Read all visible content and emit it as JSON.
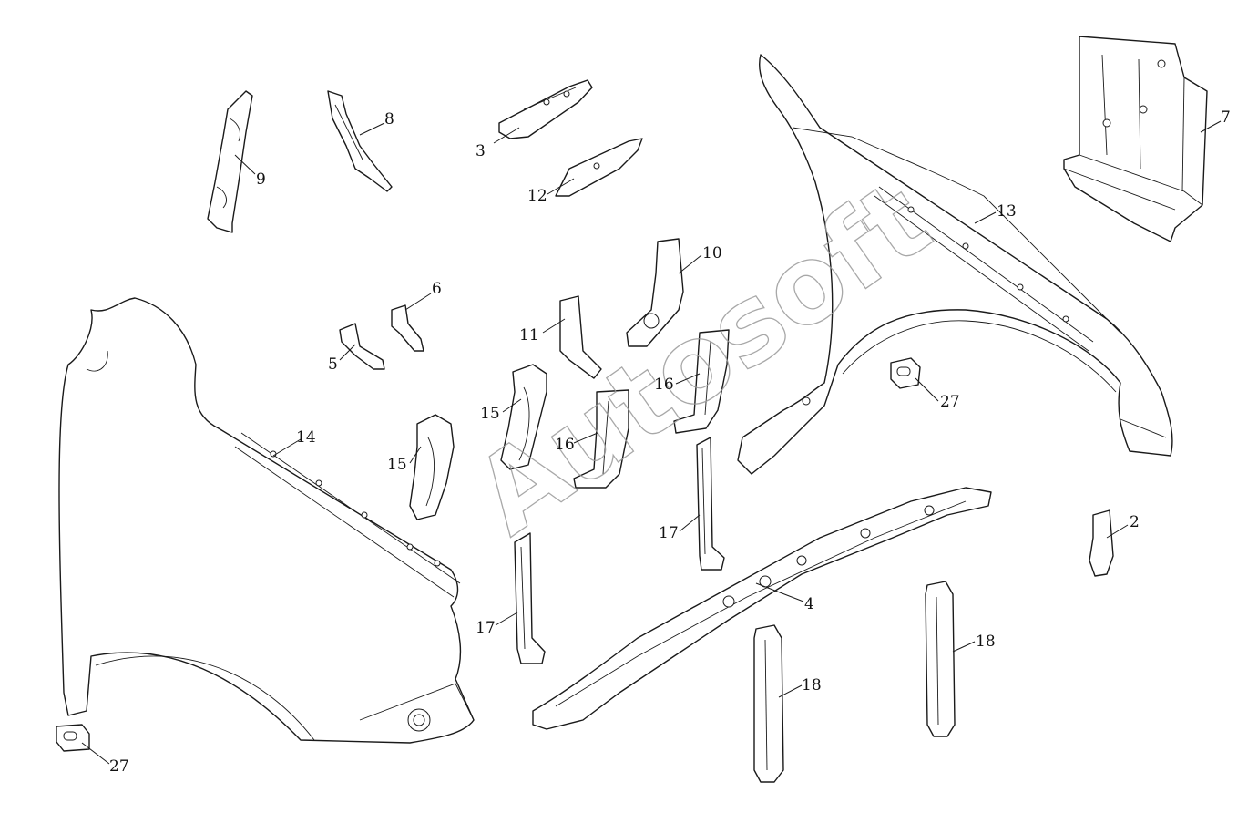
{
  "watermark": {
    "text": "Autosoft"
  },
  "callouts": {
    "p2": "2",
    "p3": "3",
    "p4": "4",
    "p5": "5",
    "p6": "6",
    "p7": "7",
    "p8": "8",
    "p9": "9",
    "p10": "10",
    "p11": "11",
    "p12": "12",
    "p13": "13",
    "p14": "14",
    "p15a": "15",
    "p15b": "15",
    "p16a": "16",
    "p16b": "16",
    "p17a": "17",
    "p17b": "17",
    "p18a": "18",
    "p18b": "18",
    "p27a": "27",
    "p27b": "27"
  }
}
